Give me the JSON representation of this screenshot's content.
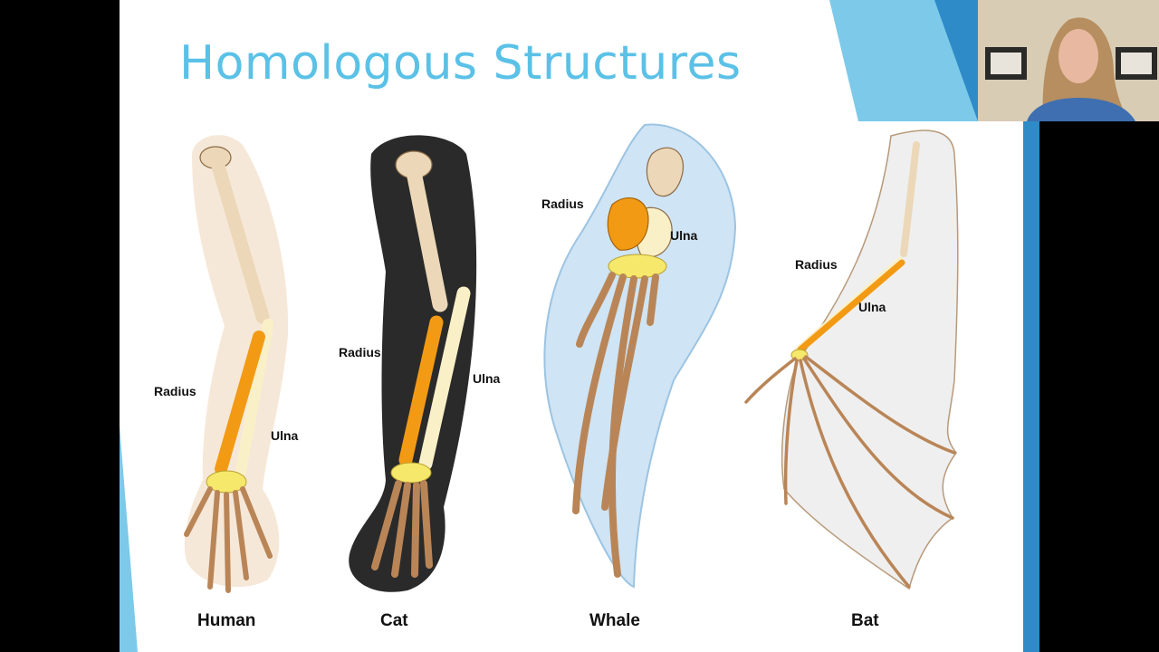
{
  "slide": {
    "title": "Homologous Structures"
  },
  "diagram": {
    "limbs": [
      {
        "name": "Human",
        "radius_label": "Radius",
        "ulna_label": "Ulna"
      },
      {
        "name": "Cat",
        "radius_label": "Radius",
        "ulna_label": "Ulna"
      },
      {
        "name": "Whale",
        "radius_label": "Radius",
        "ulna_label": "Ulna"
      },
      {
        "name": "Bat",
        "radius_label": "Radius",
        "ulna_label": "Ulna"
      }
    ]
  },
  "colors": {
    "title": "#5bc1e6",
    "radius_bone": "#f39a14",
    "ulna_bone": "#faf0c8",
    "humerus_bone": "#ecd8b8",
    "carpal_bone": "#f6e86a",
    "digit_bone": "#b98557",
    "accent_blue": "#2e8bc8"
  }
}
